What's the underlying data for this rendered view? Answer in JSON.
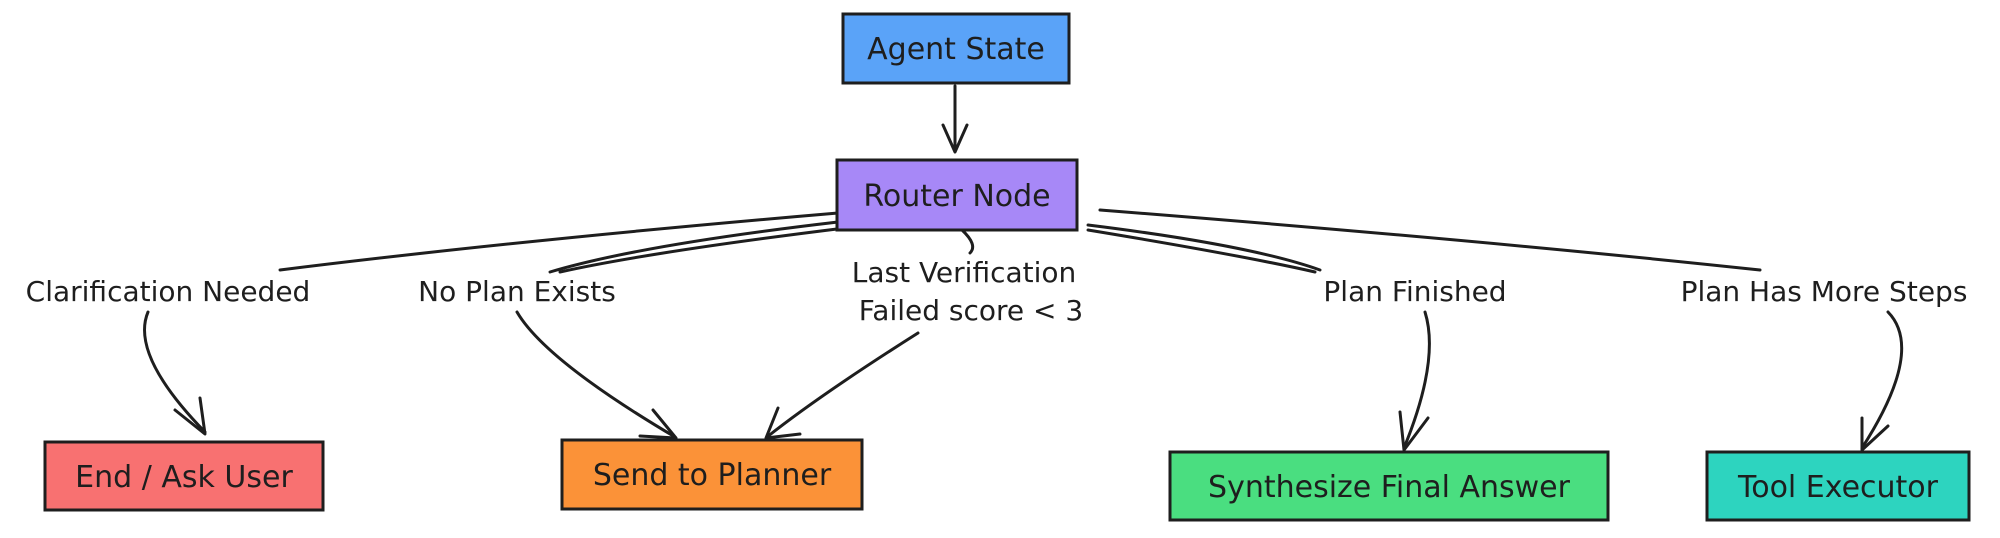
{
  "nodes": {
    "agent_state": {
      "label": "Agent State",
      "color": "#5aa3f8"
    },
    "router": {
      "label": "Router Node",
      "color": "#a788f7"
    },
    "end_ask_user": {
      "label": "End / Ask User",
      "color": "#f87171"
    },
    "send_to_planner": {
      "label": "Send to Planner",
      "color": "#fb9238"
    },
    "synthesize": {
      "label": "Synthesize Final Answer",
      "color": "#4ade80"
    },
    "tool_executor": {
      "label": "Tool Executor",
      "color": "#2dd4bf"
    }
  },
  "edges": {
    "clarification": "Clarification Needed",
    "no_plan": "No Plan Exists",
    "verification_line1": "Last Verification",
    "verification_line2": "Failed score < 3",
    "plan_finished": "Plan Finished",
    "more_steps": "Plan Has More Steps"
  }
}
